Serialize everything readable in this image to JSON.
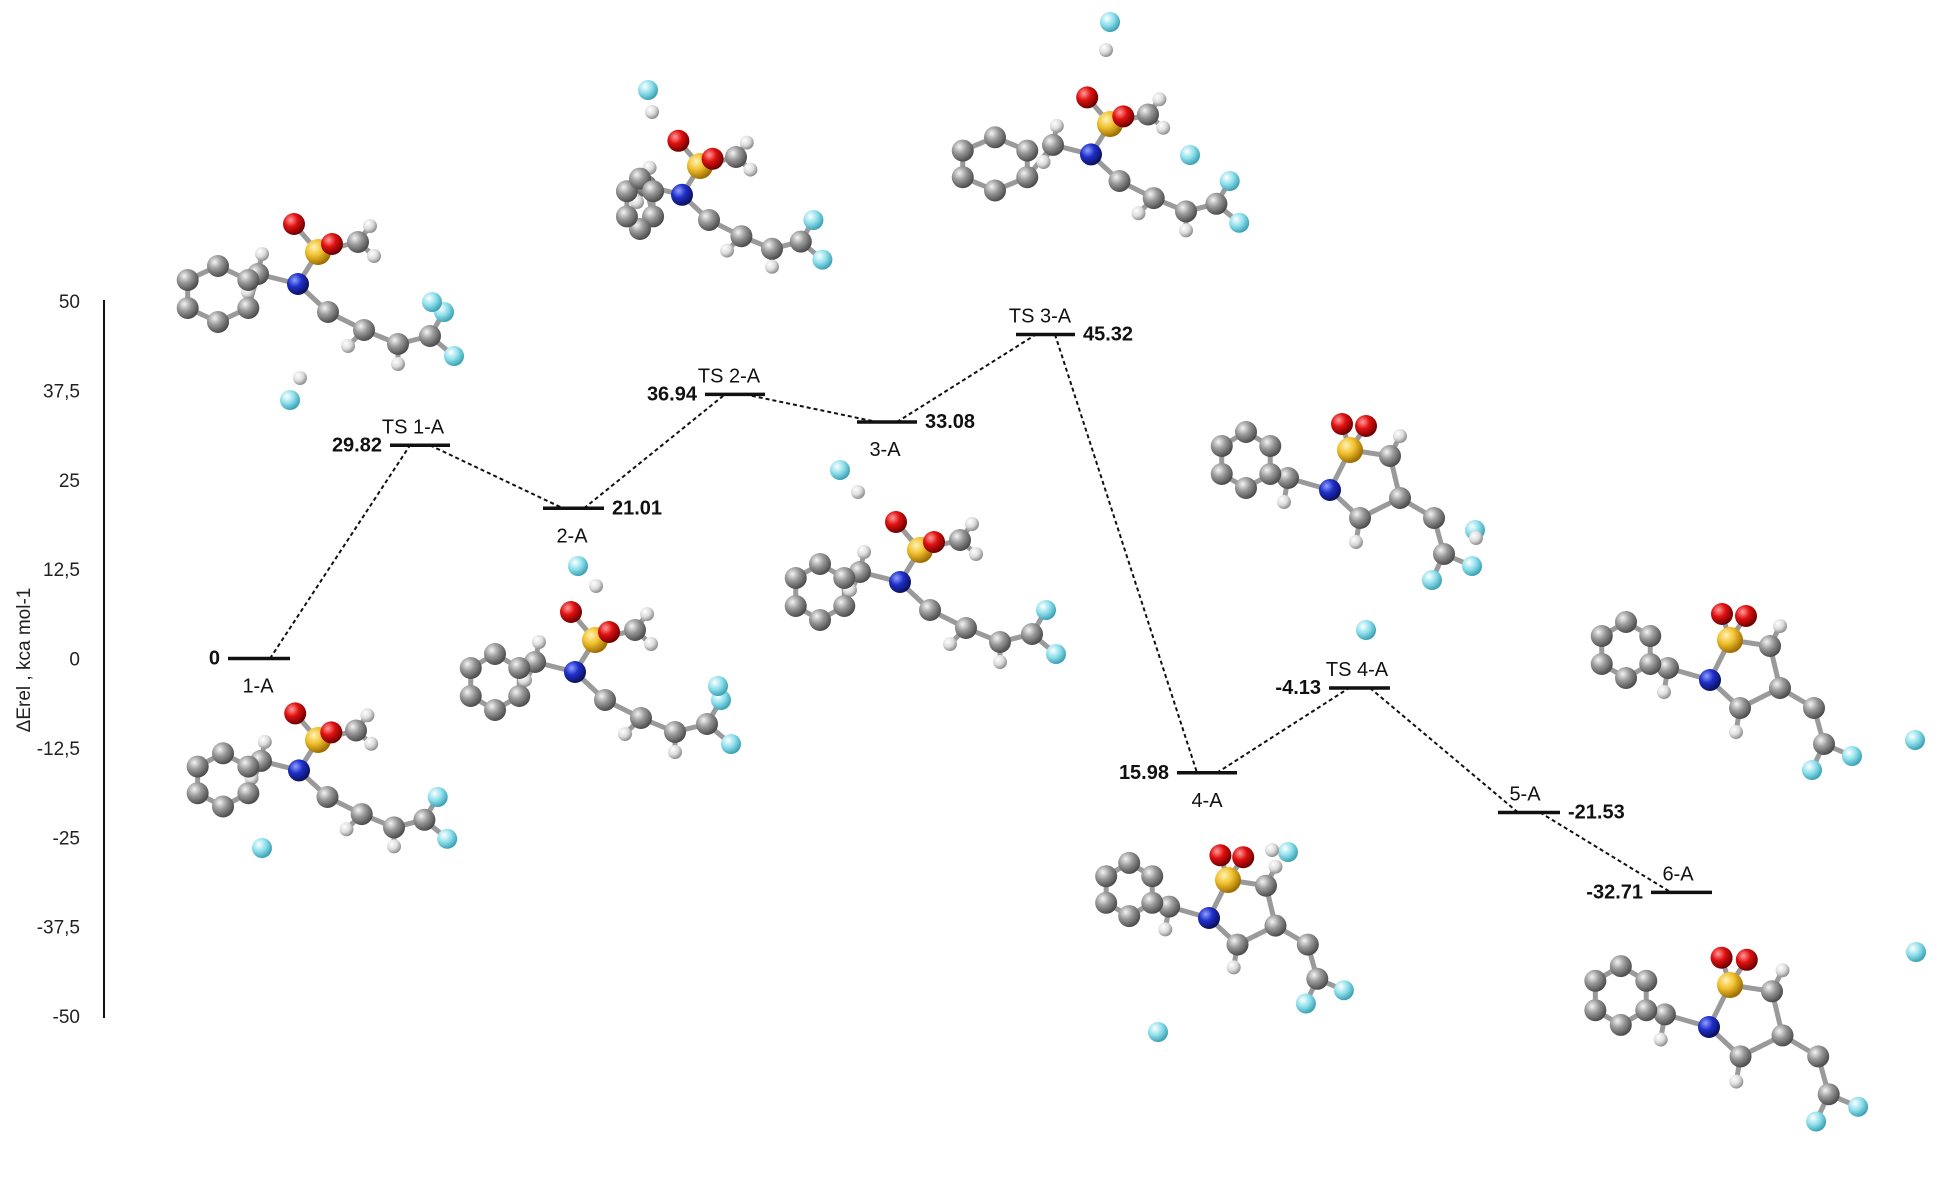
{
  "chart_data": {
    "type": "energy-profile",
    "title": "",
    "ylabel": "ΔErel , kca mol-1",
    "ylim": [
      -50,
      50
    ],
    "yticks": [
      "50",
      "37,5",
      "25",
      "12,5",
      "0",
      "-12,5",
      "-25",
      "-37,5",
      "-50"
    ],
    "grid": false,
    "levels": [
      {
        "name": "1-A",
        "value": 0,
        "value_label": "0"
      },
      {
        "name": "TS 1-A",
        "value": 29.82,
        "value_label": "29.82"
      },
      {
        "name": "2-A",
        "value": 21.01,
        "value_label": "21.01"
      },
      {
        "name": "TS 2-A",
        "value": 36.94,
        "value_label": "36.94"
      },
      {
        "name": "3-A",
        "value": 33.08,
        "value_label": "33.08"
      },
      {
        "name": "TS 3-A",
        "value": 45.32,
        "value_label": "45.32"
      },
      {
        "name": "4-A",
        "value": -15.98,
        "value_label": "15.98"
      },
      {
        "name": "TS 4-A",
        "value": -4.13,
        "value_label": "-4.13"
      },
      {
        "name": "5-A",
        "value": -21.53,
        "value_label": "-21.53"
      },
      {
        "name": "6-A",
        "value": -32.71,
        "value_label": "-32.71"
      }
    ],
    "connectors": [
      [
        0,
        1
      ],
      [
        1,
        2
      ],
      [
        2,
        3
      ],
      [
        3,
        4
      ],
      [
        4,
        5
      ],
      [
        5,
        6
      ],
      [
        6,
        7
      ],
      [
        7,
        8
      ],
      [
        8,
        9
      ]
    ],
    "structures": [
      {
        "name": "molecule-1-A"
      },
      {
        "name": "molecule-TS1-A"
      },
      {
        "name": "molecule-2-A"
      },
      {
        "name": "molecule-TS2-A"
      },
      {
        "name": "molecule-3-A"
      },
      {
        "name": "molecule-TS3-A"
      },
      {
        "name": "molecule-4-A"
      },
      {
        "name": "molecule-TS4-A"
      },
      {
        "name": "molecule-5-A"
      },
      {
        "name": "molecule-6-A"
      }
    ],
    "colors": {
      "carbon": "#8a8a8a",
      "hydrogen": "#e2e2e2",
      "nitrogen": "#1f2fc9",
      "oxygen": "#e01010",
      "sulfur": "#f2c230",
      "fluorine": "#8fe0ec",
      "line": "#111111"
    }
  }
}
